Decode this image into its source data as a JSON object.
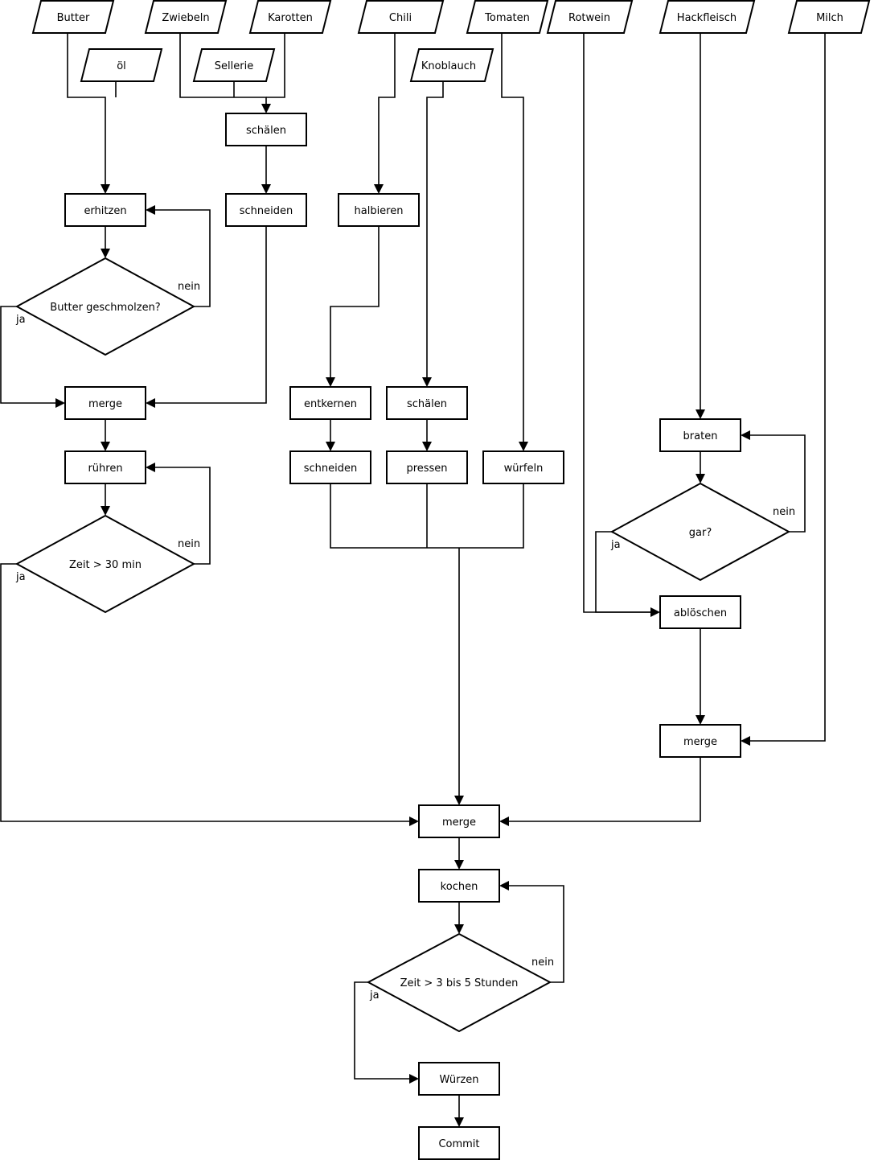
{
  "inputs": {
    "butter": "Butter",
    "oel": "öl",
    "zwiebeln": "Zwiebeln",
    "karotten": "Karotten",
    "sellerie": "Sellerie",
    "chili": "Chili",
    "knoblauch": "Knoblauch",
    "tomaten": "Tomaten",
    "rotwein": "Rotwein",
    "hackfleisch": "Hackfleisch",
    "milch": "Milch"
  },
  "processes": {
    "schaelen_gemuese": "schälen",
    "erhitzen": "erhitzen",
    "schneiden_gemuese": "schneiden",
    "halbieren": "halbieren",
    "merge_butter": "merge",
    "ruehren": "rühren",
    "entkernen": "entkernen",
    "schaelen_knoblauch": "schälen",
    "schneiden_chili": "schneiden",
    "pressen": "pressen",
    "wuerfeln": "würfeln",
    "braten": "braten",
    "abloeschen": "ablöschen",
    "merge_milch": "merge",
    "merge_main": "merge",
    "kochen": "kochen",
    "wuerzen": "Würzen",
    "commit": "Commit"
  },
  "decisions": {
    "butter_geschmolzen": "Butter geschmolzen?",
    "zeit_30": "Zeit > 30 min",
    "gar": "gar?",
    "zeit_stunden": "Zeit > 3 bis 5 Stunden"
  },
  "labels": {
    "ja": "ja",
    "nein": "nein"
  }
}
